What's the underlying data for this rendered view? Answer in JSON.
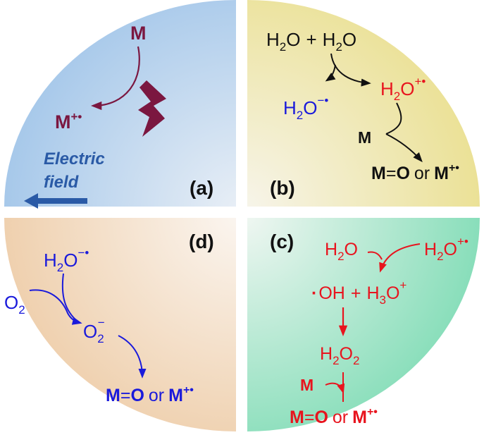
{
  "colors": {
    "maroon": "#7b1740",
    "black": "#111111",
    "blue": "#1a1adb",
    "red": "#e8141e",
    "field_blue": "#2a5aa6",
    "quadrant_a": "#a8c9ea",
    "quadrant_b": "#ede49a",
    "quadrant_c": "#8fe0c0",
    "quadrant_d": "#f0d3b3"
  },
  "icons": [
    "lightning-bolt-icon",
    "electric-field-arrow-icon"
  ],
  "quadrant_a": {
    "label": "(a)",
    "metal": "M",
    "cation_base": "M",
    "cation_charge": "+•",
    "field_line1": "Electric",
    "field_line2": "field"
  },
  "quadrant_b": {
    "label": "(b)",
    "water1_h": "H",
    "water1_sub": "2",
    "water1_o": "O",
    "plus": "+",
    "water2_h": "H",
    "water2_sub": "2",
    "water2_o": "O",
    "anion_h": "H",
    "anion_sub": "2",
    "anion_o": "O",
    "anion_charge": "−•",
    "cation_h": "H",
    "cation_sub": "2",
    "cation_o": "O",
    "cation_charge": "+•",
    "metal": "M",
    "product_m": "M",
    "product_eq": "=",
    "product_o": "O",
    "product_or": "or",
    "product_m2": "M",
    "product_charge": "+•"
  },
  "quadrant_c": {
    "label": "(c)",
    "water_h": "H",
    "water_sub": "2",
    "water_o": "O",
    "cation_h": "H",
    "cation_sub": "2",
    "cation_o": "O",
    "cation_charge": "+•",
    "radical_dot": "·",
    "radical": "OH",
    "plus": "+",
    "hydronium_h": "H",
    "hydronium_sub": "3",
    "hydronium_o": "O",
    "hydronium_charge": "+",
    "peroxide_h": "H",
    "peroxide_sub1": "2",
    "peroxide_o": "O",
    "peroxide_sub2": "2",
    "metal": "M",
    "product_m": "M",
    "product_eq": "=",
    "product_o": "O",
    "product_or": "or",
    "product_m2": "M",
    "product_charge": "+•"
  },
  "quadrant_d": {
    "label": "(d)",
    "anion_h": "H",
    "anion_sub": "2",
    "anion_o": "O",
    "anion_charge": "−•",
    "oxygen_o": "O",
    "oxygen_sub": "2",
    "superoxide_o": "O",
    "superoxide_sub": "2",
    "superoxide_charge": "−",
    "product_m": "M",
    "product_eq": "=",
    "product_o": "O",
    "product_or": "or",
    "product_m2": "M",
    "product_charge": "+•"
  }
}
